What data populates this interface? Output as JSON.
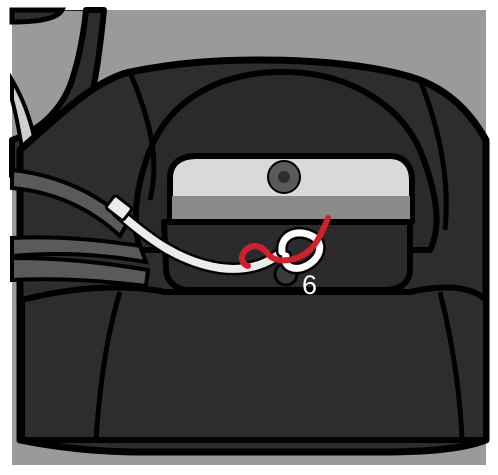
{
  "diagram": {
    "step_number": "6",
    "colors": {
      "background": "#9a9a9a",
      "body": "#2d2d2f",
      "outline": "#000000",
      "plate": "#d9d9d9",
      "plate_shadow": "#8a8a8a",
      "hole": "#5a5a5a",
      "white_wire": "#ececec",
      "red_wire": "#d0202a",
      "screw_well": "#3a3a3a"
    },
    "icons": [
      "dark-housing",
      "metal-plate",
      "screw-hole",
      "white-wire",
      "red-wire",
      "grey-cables"
    ]
  }
}
